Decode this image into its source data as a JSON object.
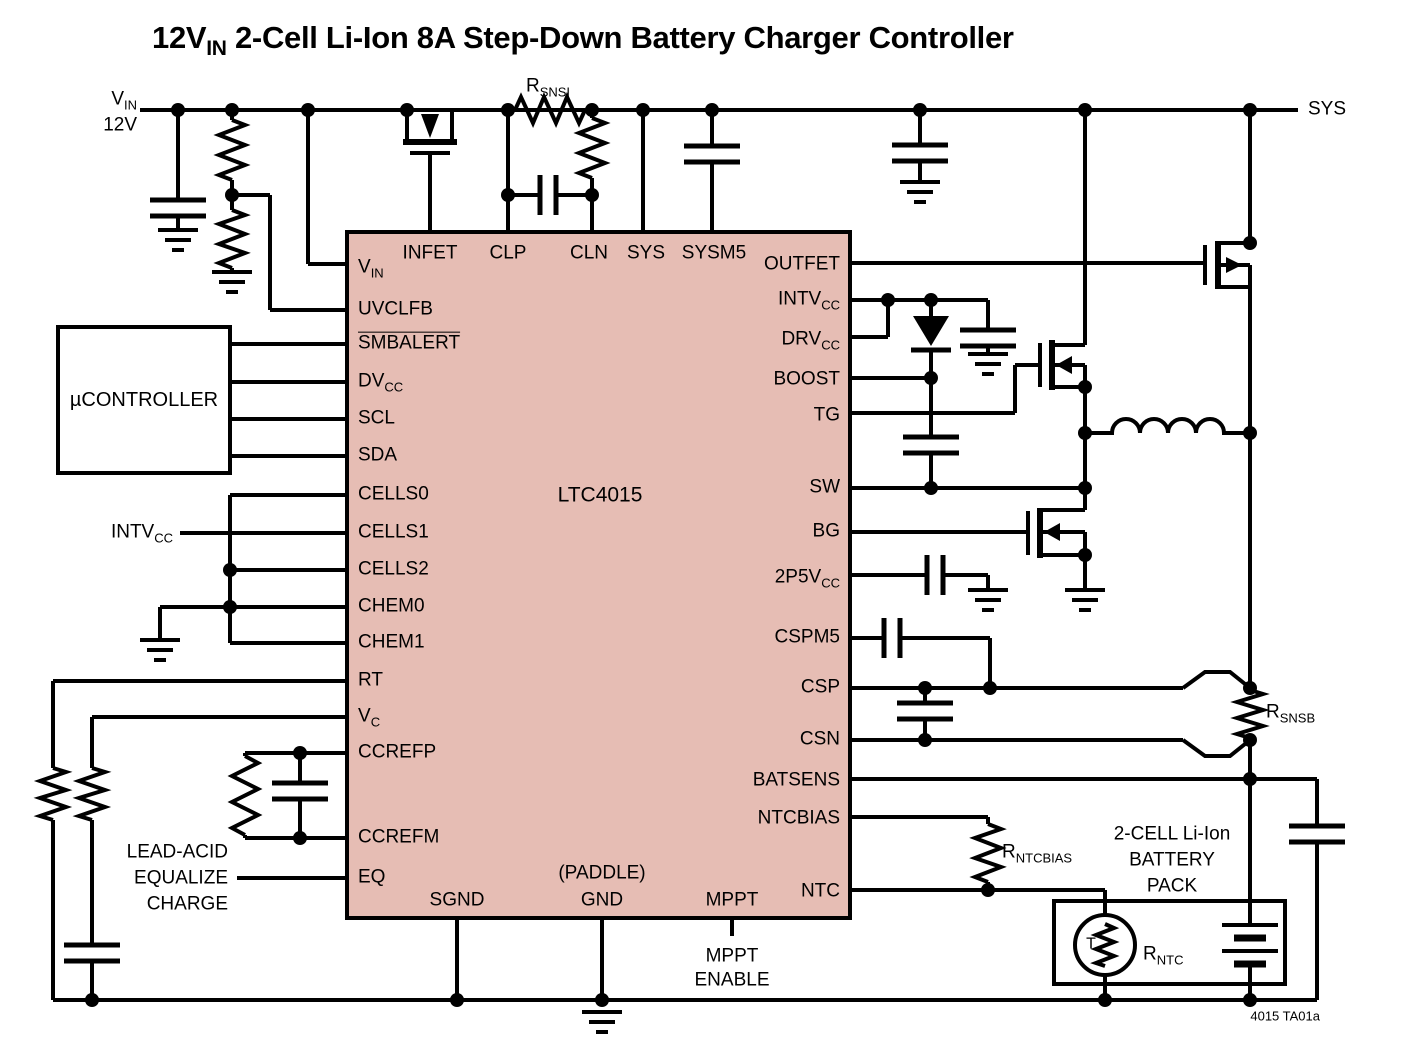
{
  "title": {
    "pre": "12V",
    "sub": "IN",
    "post": " 2-Cell Li-Ion 8A Step-Down Battery Charger Controller"
  },
  "ic": {
    "part_number": "LTC4015",
    "pins_left": [
      {
        "text": "V",
        "sub": "IN"
      },
      {
        "text": "UVCLFB"
      },
      {
        "text": "SMBALERT"
      },
      {
        "text": "DV",
        "sub": "CC"
      },
      {
        "text": "SCL"
      },
      {
        "text": "SDA"
      },
      {
        "text": "CELLS0"
      },
      {
        "text": "CELLS1"
      },
      {
        "text": "CELLS2"
      },
      {
        "text": "CHEM0"
      },
      {
        "text": "CHEM1"
      },
      {
        "text": "RT"
      },
      {
        "text": "V",
        "sub": "C"
      },
      {
        "text": "CCREFP"
      },
      {
        "text": "CCREFM"
      },
      {
        "text": "EQ"
      }
    ],
    "pins_top": [
      {
        "text": "INFET"
      },
      {
        "text": "CLP"
      },
      {
        "text": "CLN"
      },
      {
        "text": "SYS"
      },
      {
        "text": "SYSM5"
      }
    ],
    "pins_right": [
      {
        "text": "OUTFET"
      },
      {
        "text": "INTV",
        "sub": "CC"
      },
      {
        "text": "DRV",
        "sub": "CC"
      },
      {
        "text": "BOOST"
      },
      {
        "text": "TG"
      },
      {
        "text": "SW"
      },
      {
        "text": "BG"
      },
      {
        "text": "2P5V",
        "sub": "CC"
      },
      {
        "text": "CSPM5"
      },
      {
        "text": "CSP"
      },
      {
        "text": "CSN"
      },
      {
        "text": "BATSENS"
      },
      {
        "text": "NTCBIAS"
      },
      {
        "text": "NTC"
      }
    ],
    "pins_bottom": [
      {
        "text": "SGND"
      },
      {
        "text": "(PADDLE)",
        "line2": "GND"
      },
      {
        "text": "MPPT"
      }
    ]
  },
  "labels": {
    "vin_line1": {
      "text": "V",
      "sub": "IN"
    },
    "vin_line2": "12V",
    "sys": "SYS",
    "intvcc": {
      "text": "INTV",
      "sub": "CC"
    },
    "ucontroller": "µCONTROLLER",
    "lead_acid": [
      "LEAD-ACID",
      "EQUALIZE",
      "CHARGE"
    ],
    "mppt_enable": [
      "MPPT",
      "ENABLE"
    ],
    "battery_pack": [
      "2-CELL Li-Ion",
      "BATTERY",
      "PACK"
    ],
    "rsnsi": {
      "text": "R",
      "sub": "SNSI"
    },
    "rsnsb": {
      "text": "R",
      "sub": "SNSB"
    },
    "rntcbias": {
      "text": "R",
      "sub": "NTCBIAS"
    },
    "rntc": {
      "text": "R",
      "sub": "NTC"
    },
    "thermistor": "T",
    "note": "4015 TA01a"
  },
  "colors": {
    "ic_fill": "#e6bdb4",
    "wire": "#000000",
    "background": "#ffffff"
  }
}
